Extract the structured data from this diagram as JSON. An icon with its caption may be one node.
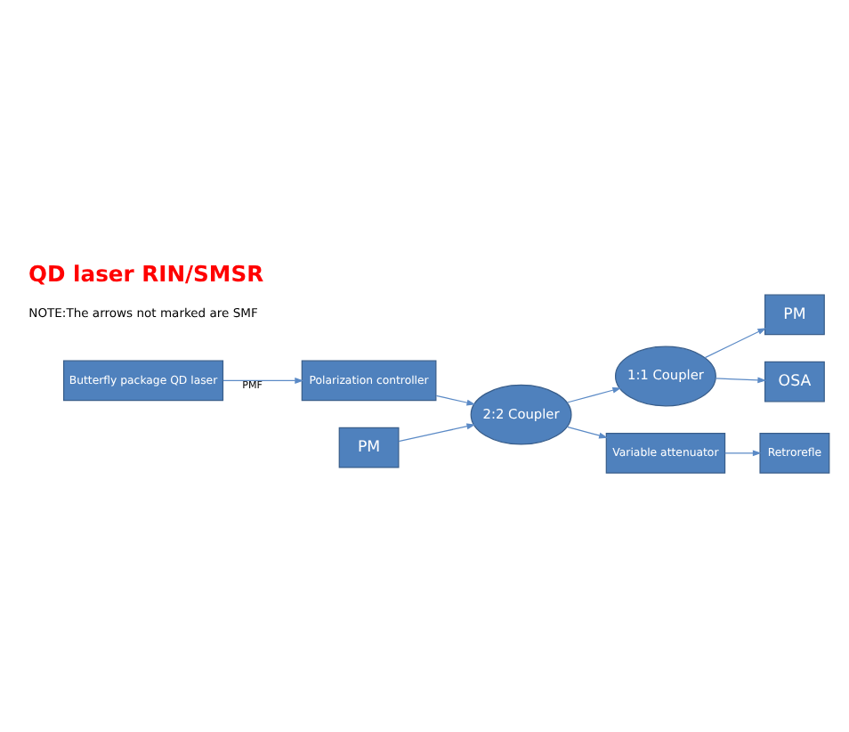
{
  "diagram": {
    "title": "QD laser RIN/SMSR",
    "nodes": [
      {
        "text": [
          "Butterfly package QD laser"
        ]
      },
      {
        "text": [
          "Polarization controller"
        ]
      },
      {
        "text": [
          "2:2 Coupler"
        ]
      },
      {
        "text": [
          "1:1 Coupler"
        ]
      },
      {
        "text": [
          "PM"
        ]
      },
      {
        "text": [
          "OSA"
        ]
      },
      {
        "text": [
          "PM"
        ]
      },
      {
        "text": [
          "Variable attenuator"
        ]
      },
      {
        "text": [
          "Retrorefle"
        ]
      }
    ],
    "edges": [
      {
        "from": 0,
        "to": 1,
        "arrow": "to",
        "label": "PMF"
      },
      {
        "from": 1,
        "to": 2,
        "arrow": "to"
      },
      {
        "from": 6,
        "to": 2,
        "arrow": "to"
      },
      {
        "from": 2,
        "to": 3,
        "arrow": "to"
      },
      {
        "from": 3,
        "to": 4,
        "arrow": "to"
      },
      {
        "from": 3,
        "to": 5,
        "arrow": "to"
      },
      {
        "from": 2,
        "to": 7,
        "arrow": "to"
      },
      {
        "from": 7,
        "to": 8,
        "arrow": "to"
      }
    ],
    "labels": [
      "NOTE:The arrows not marked are SMF"
    ]
  }
}
